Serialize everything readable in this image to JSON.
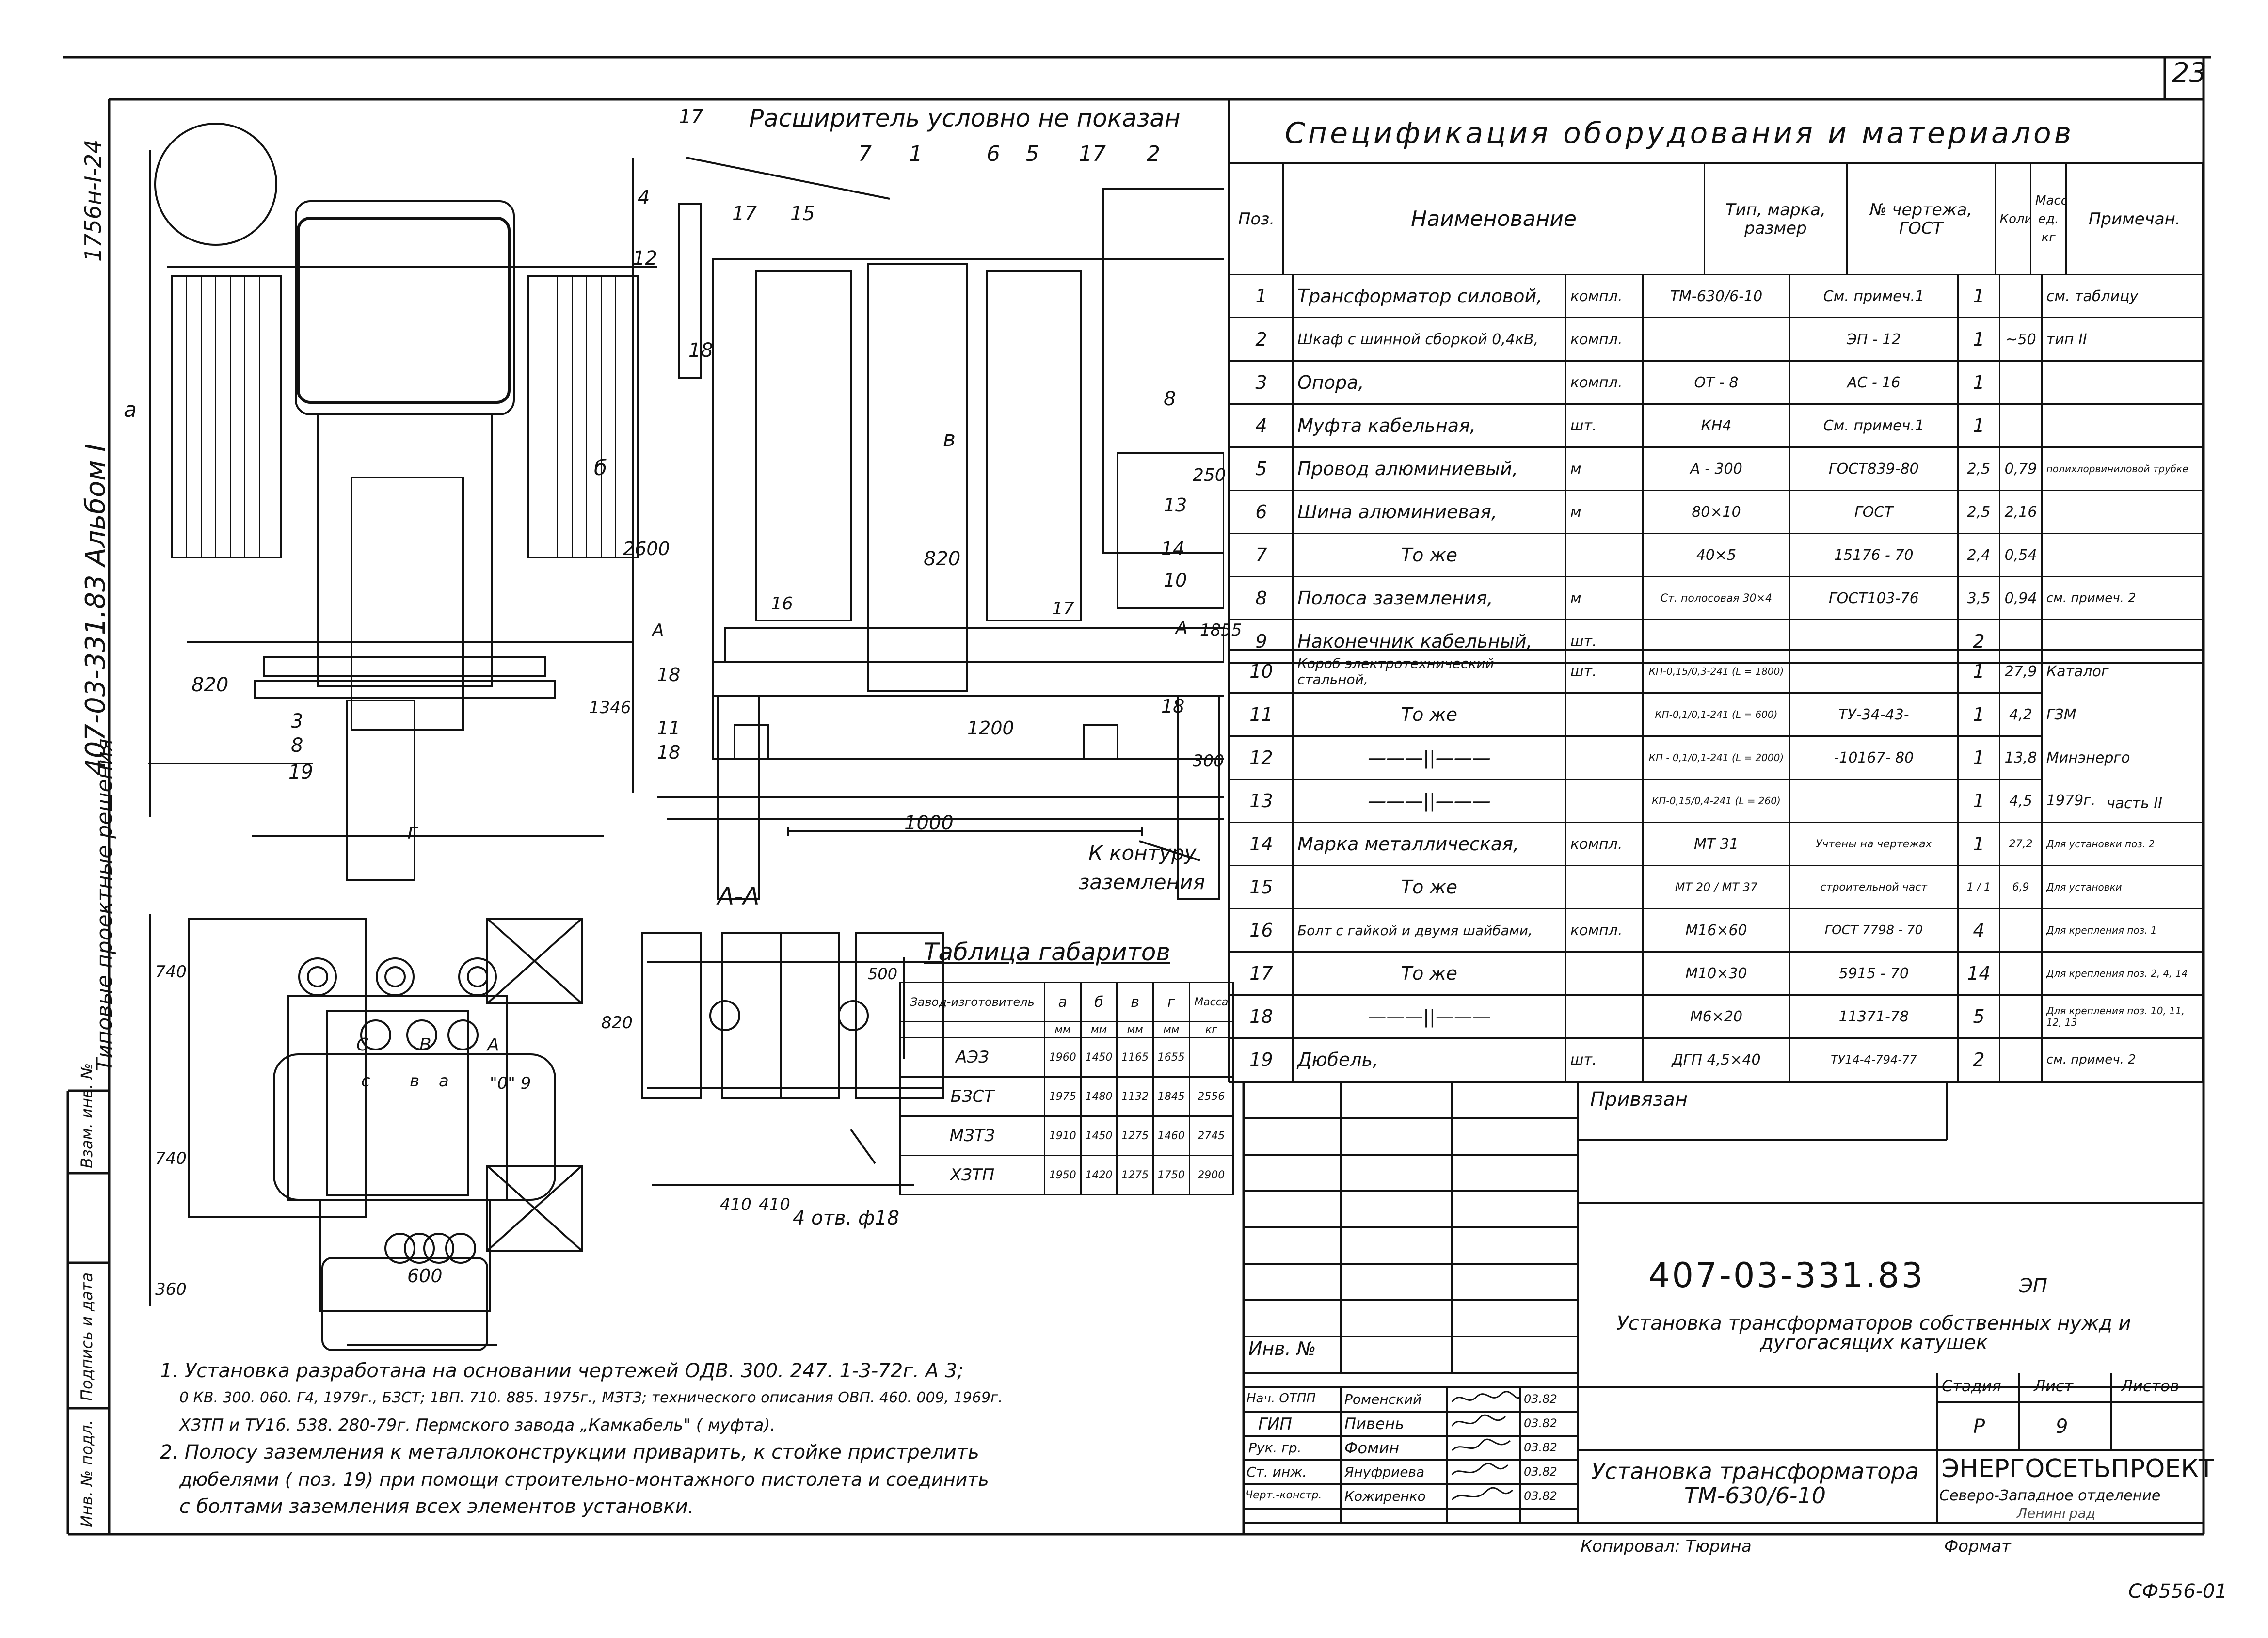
{
  "sheet": {
    "page_number": "23",
    "side_code": "1756н-I-24",
    "album": "407-03-331.83 Альбом I",
    "series": "Типовые проектные решения",
    "corner_code": "СФ556-01"
  },
  "drawing": {
    "note_top": "Расширитель условно не показан",
    "labels": [
      "17",
      "7",
      "1",
      "6",
      "5",
      "17",
      "2",
      "4",
      "17",
      "15",
      "12",
      "18",
      "8",
      "а",
      "б",
      "в",
      "2600",
      "820",
      "250",
      "13",
      "14",
      "10",
      "16",
      "17",
      "А",
      "А",
      "18",
      "1855",
      "11",
      "18",
      "1200",
      "18",
      "300",
      "1000",
      "К контуру",
      "заземления",
      "820",
      "1346",
      "3",
      "8",
      "19",
      "г",
      "С",
      "В",
      "А",
      "с",
      "в",
      "а",
      "\"0\" 9",
      "740",
      "740",
      "820",
      "360",
      "600",
      "А-А",
      "500",
      "410",
      "410",
      "4 отв. ф18"
    ]
  },
  "gabarit": {
    "title": "Таблица габаритов",
    "headers": [
      "Завод-изготовитель",
      "а",
      "б",
      "в",
      "г",
      "Масса"
    ],
    "units": [
      "",
      "мм",
      "мм",
      "мм",
      "мм",
      "кг"
    ],
    "rows": [
      [
        "АЭЗ",
        "1960",
        "1450",
        "1165",
        "1655",
        ""
      ],
      [
        "БЗСТ",
        "1975",
        "1480",
        "1132",
        "1845",
        "2556"
      ],
      [
        "МЗТЗ",
        "1910",
        "1450",
        "1275",
        "1460",
        "2745"
      ],
      [
        "ХЗТП",
        "1950",
        "1420",
        "1275",
        "1750",
        "2900"
      ]
    ]
  },
  "spec": {
    "title": "Спецификация оборудования и материалов",
    "headers": [
      "Поз.",
      "Наименование",
      "Тип, марка, размер",
      "№ чертежа, ГОСТ",
      "Колич.",
      "Масса ед. кг",
      "Примечан."
    ],
    "rows": [
      [
        "1",
        "Трансформатор силовой,",
        "компл.",
        "ТМ-630/6-10",
        "См. примеч.1",
        "1",
        "",
        "см. таблицу"
      ],
      [
        "2",
        "Шкаф с шинной сборкой 0,4кВ,",
        "компл.",
        "",
        "ЭП - 12",
        "1",
        "~50",
        "тип II"
      ],
      [
        "3",
        "Опора,",
        "компл.",
        "ОТ - 8",
        "АС - 16",
        "1",
        "",
        ""
      ],
      [
        "4",
        "Муфта кабельная,",
        "шт.",
        "КН4",
        "См. примеч.1",
        "1",
        "",
        ""
      ],
      [
        "5",
        "Провод алюминиевый,",
        "м",
        "А - 300",
        "ГОСТ839-80",
        "2,5",
        "0,79",
        "полихлорвиниловой трубке"
      ],
      [
        "6",
        "Шина алюминиевая,",
        "м",
        "80×10",
        "ГОСТ",
        "2,5",
        "2,16",
        ""
      ],
      [
        "7",
        "То же",
        "",
        "40×5",
        "15176 - 70",
        "2,4",
        "0,54",
        ""
      ],
      [
        "8",
        "Полоса заземления,",
        "м",
        "Ст. полосовая 30×4",
        "ГОСТ103-76",
        "3,5",
        "0,94",
        "см. примеч. 2"
      ],
      [
        "9",
        "Наконечник кабельный,",
        "шт.",
        "",
        "",
        "2",
        "",
        ""
      ],
      [
        "10",
        "Короб электротехнический стальной,",
        "шт.",
        "КП-0,15/0,3-241 (L = 1800)",
        "",
        "1",
        "27,9",
        ""
      ],
      [
        "11",
        "То же",
        "",
        "КП-0,1/0,1-241 (L = 600)",
        "ТУ-34-43-",
        "1",
        "4,2",
        ""
      ],
      [
        "12",
        "———||———",
        "",
        "КП - 0,1/0,1-241 (L = 2000)",
        "-10167- 80",
        "1",
        "13,8",
        ""
      ],
      [
        "13",
        "———||———",
        "",
        "КП-0,15/0,4-241 (L = 260)",
        "",
        "1",
        "4,5",
        ""
      ],
      [
        "14",
        "Марка металлическая,",
        "компл.",
        "МТ 31",
        "Учтены на чертежах",
        "1",
        "27,2",
        "Для установки поз. 2"
      ],
      [
        "15",
        "То же",
        "",
        "МТ 20 / МТ 37",
        "строительной част",
        "1 / 1",
        "6,9",
        "Для установки"
      ],
      [
        "16",
        "Болт с гайкой и двумя шайбами,",
        "компл.",
        "М16×60",
        "ГОСТ 7798 - 70",
        "4",
        "",
        "Для крепления поз. 1"
      ],
      [
        "17",
        "То же",
        "",
        "М10×30",
        "5915 - 70",
        "14",
        "",
        "Для крепления поз. 2, 4, 14"
      ],
      [
        "18",
        "———||———",
        "",
        "М6×20",
        "11371-78",
        "5",
        "",
        "Для крепления поз. 10, 11, 12, 13"
      ],
      [
        "19",
        "Дюбель,",
        "шт.",
        "ДГП 4,5×40",
        "ТУ14-4-794-77",
        "2",
        "",
        "см. примеч. 2"
      ]
    ],
    "catalog_note": [
      "Каталог",
      "ГЗМ",
      "Минэнерго",
      "1979г.",
      "часть II"
    ]
  },
  "notes": [
    "1. Установка разработана на основании чертежей ОДВ. 300. 247. 1-3-72г. А 3;",
    "0 КВ. 300. 060. Г4, 1979г., БЗСТ; 1ВП. 710. 885. 1975г., МЗТЗ; технического описания ОВП. 460. 009, 1969г.",
    "ХЗТП и ТУ16. 538. 280-79г. Пермского завода „Камкабель\" ( муфта).",
    "2. Полосу заземления к металлоконструкции приварить, к стойке пристрелить",
    "дюбелями ( поз. 19) при помощи строительно-монтажного пистолета и соединить",
    "с болтами заземления всех элементов установки."
  ],
  "title_block": {
    "privyazan": "Привязан",
    "inv": "Инв. №",
    "doc_code": "407-03-331.83",
    "doc_type": "ЭП",
    "project_title": "Установка трансформаторов собственных нужд и дугогасящих катушек",
    "stage_headers": [
      "Стадия",
      "Лист",
      "Листов"
    ],
    "stage_values": [
      "Р",
      "9",
      ""
    ],
    "sheet_title": "Установка трансформатора ТМ-630/6-10",
    "org": "ЭНЕРГОСЕТЬПРОЕКТ",
    "org_branch": "Северо-Западное отделение",
    "org_city": "Ленинград",
    "people": [
      [
        "Нач. ОТПП",
        "Роменский",
        "03.82"
      ],
      [
        "ГИП",
        "Пивень",
        "03.82"
      ],
      [
        "Рук. гр.",
        "Фомин",
        "03.82"
      ],
      [
        "Ст. инж.",
        "Януфриева",
        "03.82"
      ],
      [
        "Черт.-констр.",
        "Кожиренко",
        "03.82"
      ]
    ],
    "copied_by": "Копировал: Тюрина",
    "format": "Формат"
  },
  "stamp_column": [
    "Взам. инв. №",
    "Подпись и дата",
    "Инв. № подл."
  ]
}
